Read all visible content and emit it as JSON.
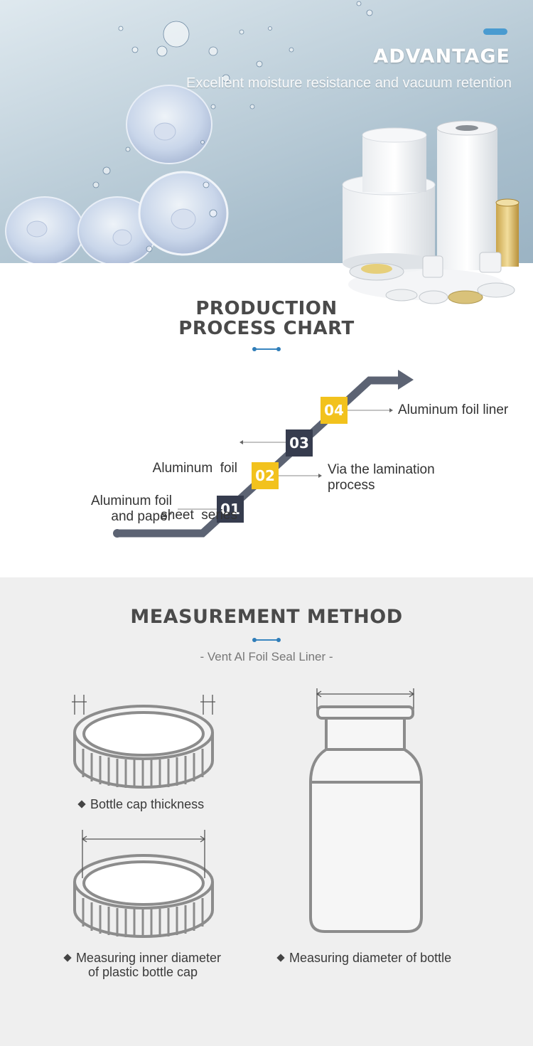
{
  "hero": {
    "title": "ADVANTAGE",
    "subtitle": "Excellent moisture resistance and vacuum retention",
    "accent_color": "#4a9bd0"
  },
  "process": {
    "title_line1": "PRODUCTION",
    "title_line2": "PROCESS CHART",
    "steps": [
      {
        "number": "01",
        "label_line1": "Aluminum foil",
        "label_line2": "and paper",
        "color": "#363c4e"
      },
      {
        "number": "02",
        "label_line1": "Via the lamination",
        "label_line2": "process",
        "color": "#f2c21d"
      },
      {
        "number": "03",
        "label_line1": "Aluminum  foil",
        "label_line2": "sheet  series",
        "color": "#363c4e"
      },
      {
        "number": "04",
        "label_line1": "Aluminum foil liner",
        "label_line2": "",
        "color": "#f2c21d"
      }
    ]
  },
  "measurement": {
    "title": "MEASUREMENT METHOD",
    "subtitle": "- Vent Al Foil Seal Liner -",
    "captions": {
      "cap_thickness": "Bottle cap thickness",
      "inner_diameter_line1": "Measuring inner diameter",
      "inner_diameter_line2": "of plastic bottle cap",
      "bottle_diameter": "Measuring diameter of bottle"
    }
  }
}
